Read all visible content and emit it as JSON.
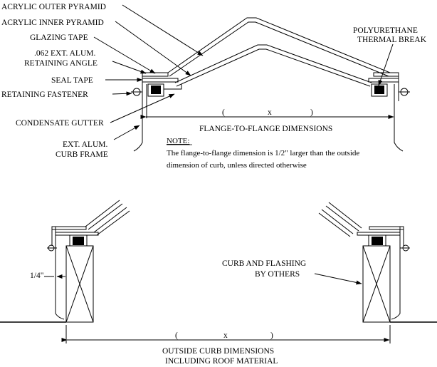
{
  "labels": {
    "outer_pyramid": "ACRYLIC OUTER PYRAMID",
    "inner_pyramid": "ACRYLIC INNER PYRAMID",
    "glazing_tape": "GLAZING TAPE",
    "retaining_angle_1": ".062 EXT. ALUM.",
    "retaining_angle_2": "RETAINING ANGLE",
    "seal_tape": "SEAL TAPE",
    "retaining_fastener": "RETAINING FASTENER",
    "condensate_gutter": "CONDENSATE GUTTER",
    "curb_frame_1": "EXT. ALUM.",
    "curb_frame_2": "CURB FRAME",
    "thermal_break_1": "POLYURETHANE",
    "thermal_break_2": "THERMAL BREAK",
    "curb_flashing_1": "CURB AND FLASHING",
    "curb_flashing_2": "BY OTHERS",
    "quarter_inch": "1/4\""
  },
  "dimensions": {
    "top": {
      "open_paren": "(",
      "var": "x",
      "close_paren": ")",
      "caption": "FLANGE-TO-FLANGE DIMENSIONS"
    },
    "bottom": {
      "open_paren": "(",
      "var": "x",
      "close_paren": ")",
      "caption_1": "OUTSIDE CURB DIMENSIONS",
      "caption_2": "INCLUDING ROOF MATERIAL"
    }
  },
  "note": {
    "heading": "NOTE:",
    "line_1": "The flange-to-flange dimension is 1/2\" larger than the outside",
    "line_2": "dimension of curb, unless directed otherwise"
  }
}
